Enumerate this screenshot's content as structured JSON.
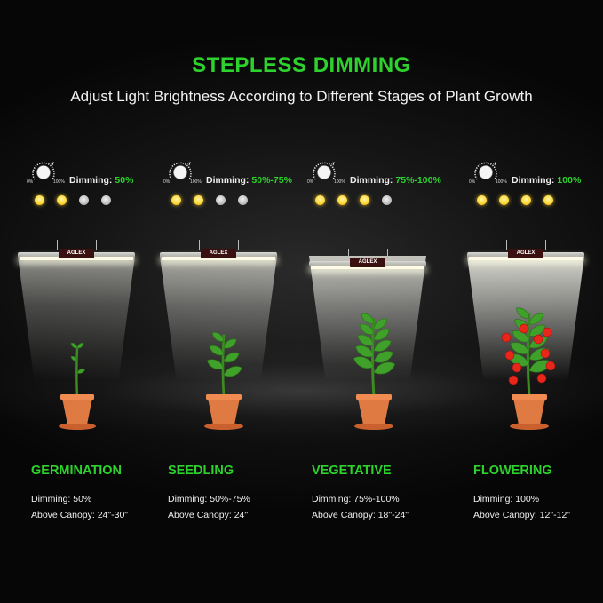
{
  "header": {
    "title": "STEPLESS DIMMING",
    "subtitle": "Adjust Light Brightness According to Different Stages of Plant Growth"
  },
  "dial_labels": {
    "min": "0%",
    "max": "100%"
  },
  "fixture_logo": "AGLEX",
  "colors": {
    "accent_green": "#2dd22d",
    "led_on": "#ffd83a",
    "led_off": "#bdbdbd",
    "pot": "#e07a43"
  },
  "icons": {
    "dial": "dimmer-knob-icon",
    "led": "led-indicator-icon",
    "plant": "plant-icon",
    "pot": "flower-pot-icon"
  },
  "stages": [
    {
      "name": "GERMINATION",
      "dimming_label": "Dimming:",
      "dimming_value": "50%",
      "leds_on": 2,
      "leds_total": 4,
      "info_dimming": "Dimming: 50%",
      "info_canopy": "Above Canopy: 24\"-30\""
    },
    {
      "name": "SEEDLING",
      "dimming_label": "Dimming:",
      "dimming_value": "50%-75%",
      "leds_on": 2,
      "leds_total": 4,
      "info_dimming": "Dimming: 50%-75%",
      "info_canopy": "Above Canopy: 24\""
    },
    {
      "name": "VEGETATIVE",
      "dimming_label": "Dimming:",
      "dimming_value": "75%-100%",
      "leds_on": 3,
      "leds_total": 4,
      "info_dimming": "Dimming: 75%-100%",
      "info_canopy": "Above Canopy: 18\"-24\""
    },
    {
      "name": "FLOWERING",
      "dimming_label": "Dimming:",
      "dimming_value": "100%",
      "leds_on": 4,
      "leds_total": 4,
      "info_dimming": "Dimming: 100%",
      "info_canopy": "Above Canopy: 12\"-12\""
    }
  ]
}
